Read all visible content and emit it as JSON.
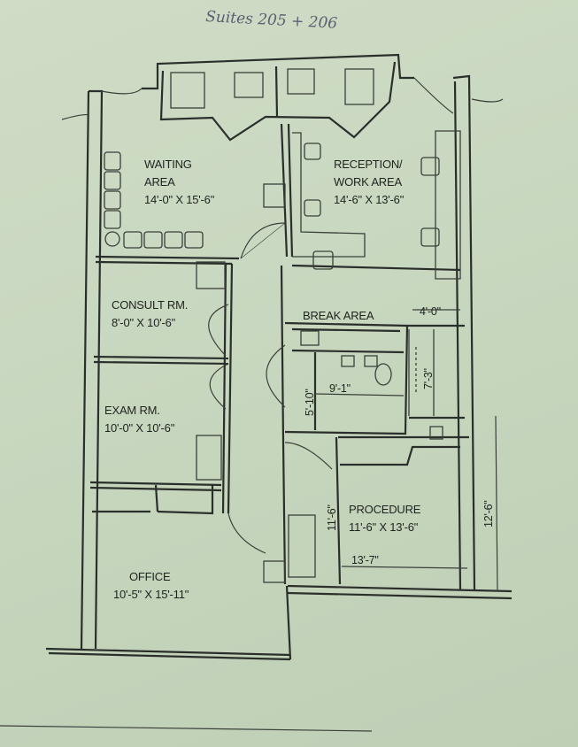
{
  "handwritten_note": "Suites 205 + 206",
  "rooms": {
    "waiting": {
      "name_1": "WAITING",
      "name_2": "AREA",
      "size": "14'-0\" X 15'-6\""
    },
    "reception": {
      "name_1": "RECEPTION/",
      "name_2": "WORK AREA",
      "size": "14'-6\" X 13'-6\""
    },
    "consult": {
      "name": "CONSULT RM.",
      "size": "8'-0\" X 10'-6\""
    },
    "break": {
      "name": "BREAK AREA"
    },
    "exam": {
      "name": "EXAM RM.",
      "size": "10'-0\" X 10'-6\""
    },
    "procedure": {
      "name": "PROCEDURE",
      "size": "11'-6\" X 13'-6\""
    },
    "office": {
      "name": "OFFICE",
      "size": "10'-5\" X 15'-11\""
    }
  },
  "dimensions": {
    "break_width": "4'-0\"",
    "restroom_height": "7'-3\"",
    "restroom_left": "5'-10\"",
    "restroom_width": "9'-1\"",
    "procedure_left": "11'-6\"",
    "procedure_bottom": "13'-7\"",
    "right_side": "12'-6\""
  }
}
